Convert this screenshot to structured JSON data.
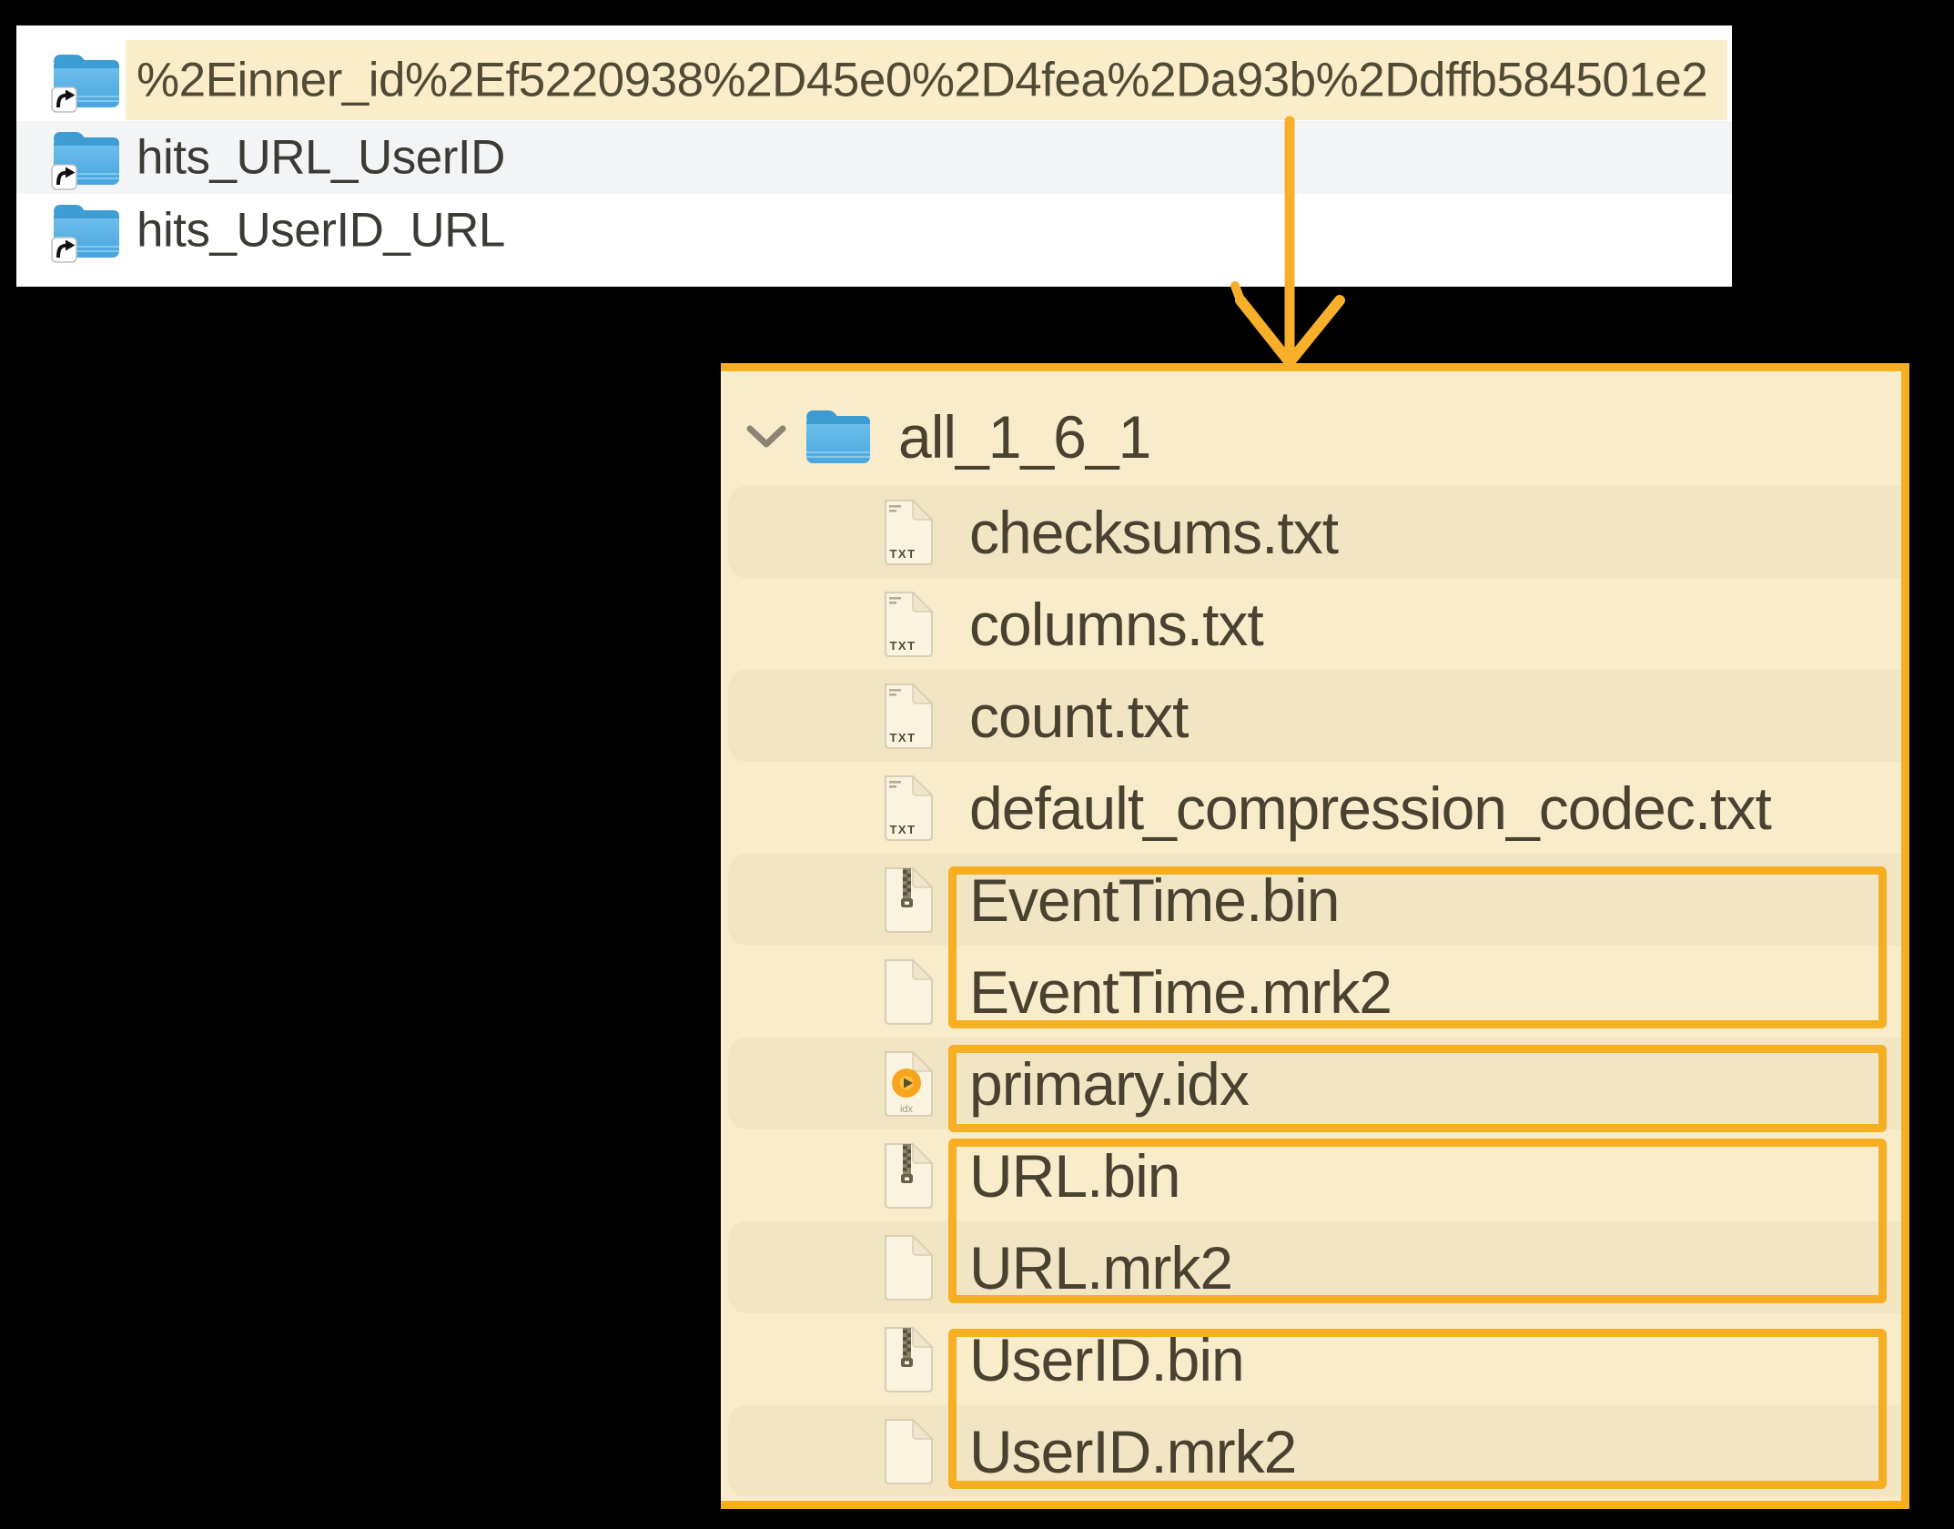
{
  "finder": {
    "rows": [
      {
        "name": "%2Einner_id%2Ef5220938%2D45e0%2D4fea%2Da93b%2Ddffb584501e2",
        "selected": true
      },
      {
        "name": "hits_URL_UserID",
        "selected": false
      },
      {
        "name": "hits_UserID_URL",
        "selected": false
      }
    ]
  },
  "tree": {
    "root": {
      "name": "all_1_6_1",
      "expanded": true
    },
    "files": [
      {
        "name": "checksums.txt",
        "icon": "txt"
      },
      {
        "name": "columns.txt",
        "icon": "txt"
      },
      {
        "name": "count.txt",
        "icon": "txt"
      },
      {
        "name": "default_compression_codec.txt",
        "icon": "txt"
      },
      {
        "name": "EventTime.bin",
        "icon": "zip"
      },
      {
        "name": "EventTime.mrk2",
        "icon": "plain"
      },
      {
        "name": "primary.idx",
        "icon": "idx"
      },
      {
        "name": "URL.bin",
        "icon": "zip"
      },
      {
        "name": "URL.mrk2",
        "icon": "plain"
      },
      {
        "name": "UserID.bin",
        "icon": "zip"
      },
      {
        "name": "UserID.mrk2",
        "icon": "plain"
      }
    ],
    "badges": {
      "txt": "TXT",
      "idx": "idx"
    }
  },
  "annotations": {
    "boxed_groups": [
      [
        "EventTime.bin",
        "EventTime.mrk2"
      ],
      [
        "primary.idx"
      ],
      [
        "URL.bin",
        "URL.mrk2"
      ],
      [
        "UserID.bin",
        "UserID.mrk2"
      ]
    ],
    "arrow_direction": "down"
  },
  "colors": {
    "accent_orange": "#F6AE22",
    "selection_beige": "#FBEDCA",
    "panel_beige": "#F9ECCB",
    "stripe_beige": "#F1E5C4",
    "alt_row_gray": "#F2F4F5",
    "folder_blue": "#54AFE3",
    "finder_text": "#3B3A35",
    "tree_text": "#4A4231"
  }
}
